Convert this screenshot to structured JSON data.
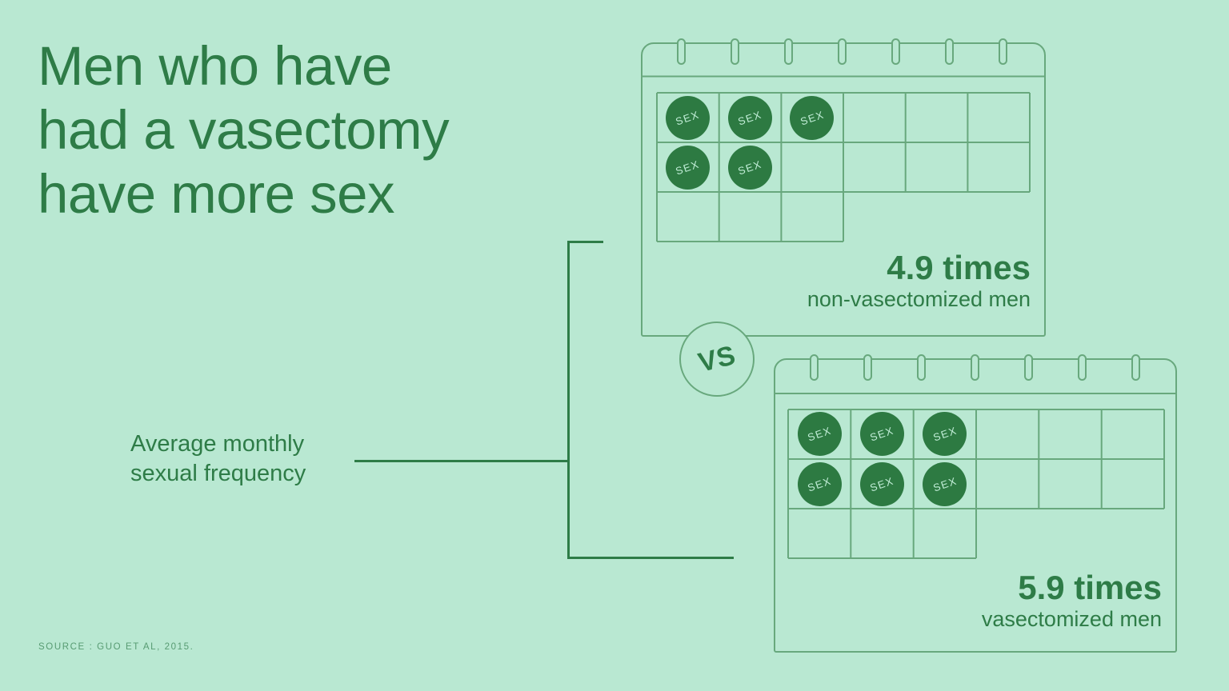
{
  "theme": {
    "bg": "#b9e8d2",
    "dark": "#2e7c47",
    "outline": "#68a87d",
    "circle": "#2d7a42",
    "circle-text": "#c2eed8",
    "source": "#579b72"
  },
  "title": {
    "text": "Men who have had a vasectomy have more sex",
    "lines": [
      "Men who have",
      "had a vasectomy",
      "have more sex"
    ]
  },
  "measure_label": {
    "text": "Average monthly sexual frequency",
    "lines": [
      "Average monthly",
      "sexual frequency"
    ]
  },
  "vs_label": "VS",
  "calendars": [
    {
      "id": "non-vasectomized",
      "value": "4.9 times",
      "label": "non-vasectomized men",
      "sex_marks": 5,
      "mark_label": "SEX"
    },
    {
      "id": "vasectomized",
      "value": "5.9 times",
      "label": "vasectomized men",
      "sex_marks": 6,
      "mark_label": "SEX"
    }
  ],
  "source": "SOURCE : GUO ET AL, 2015.",
  "chart_data": {
    "type": "bar",
    "variant": "pictogram-calendar",
    "categories": [
      "non-vasectomized men",
      "vasectomized men"
    ],
    "values": [
      4.9,
      5.9
    ],
    "value_labels": [
      "4.9 times",
      "5.9 times"
    ],
    "icons_per_category": [
      5,
      6
    ],
    "icon_label": "SEX",
    "title": "Men who have had a vasectomy have more sex",
    "measure": "Average monthly sexual frequency",
    "source": "SOURCE : GUO ET AL, 2015.",
    "legend_position": "none",
    "grid": "calendar-cells"
  }
}
